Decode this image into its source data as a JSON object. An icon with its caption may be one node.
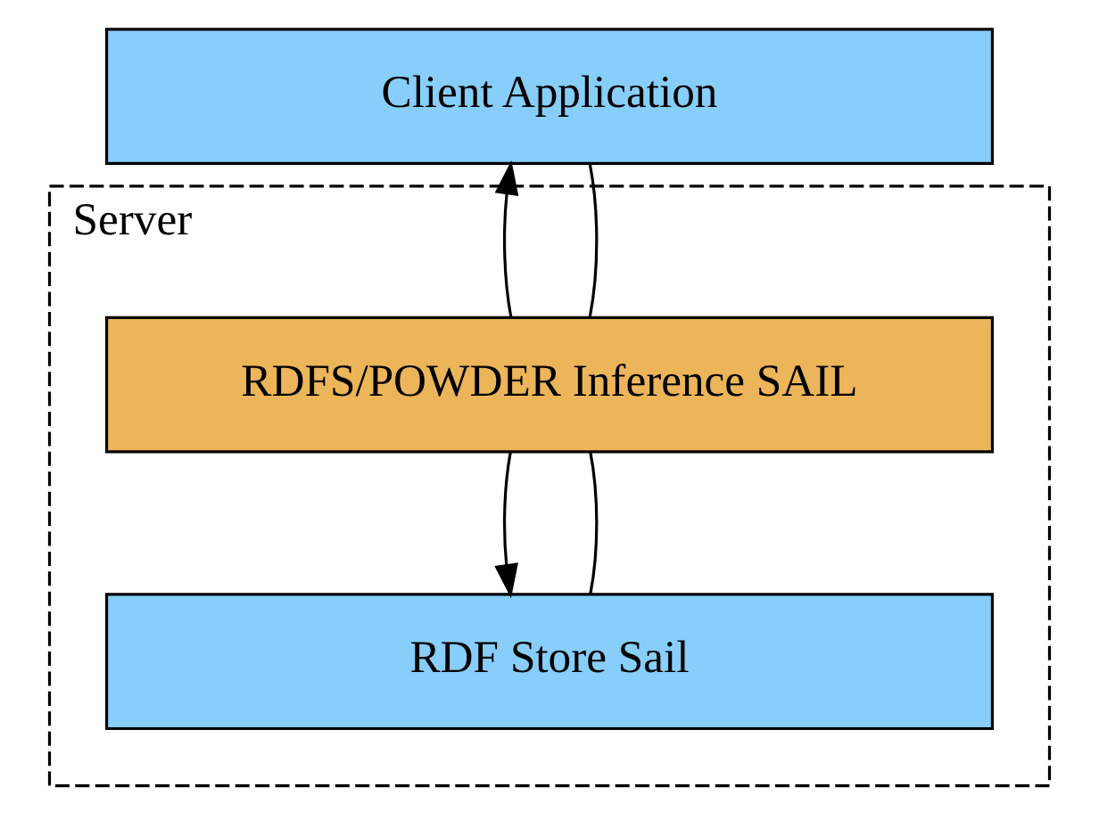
{
  "diagram": {
    "nodes": [
      {
        "text": [
          "Client Application"
        ]
      },
      {
        "text": [
          "Server"
        ]
      },
      {
        "text": [
          "RDFS/POWDER Inference SAIL"
        ],
        "in": 1
      },
      {
        "text": [
          "RDF Store Sail"
        ],
        "in": 1
      }
    ],
    "edges": [
      {
        "from": 0,
        "to": 2,
        "arrow": "none"
      },
      {
        "from": 2,
        "to": 0,
        "arrow": "to"
      },
      {
        "from": 2,
        "to": 3,
        "arrow": "to"
      },
      {
        "from": 3,
        "to": 2,
        "arrow": "none"
      }
    ]
  }
}
